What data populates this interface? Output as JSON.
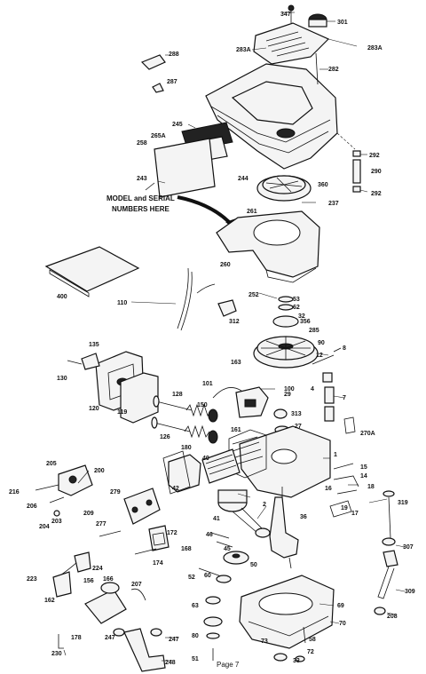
{
  "diagram": {
    "note_line1": "MODEL and SERIAL",
    "note_line2": "NUMBERS HERE",
    "footer": "Page 7",
    "callouts": [
      "347",
      "301",
      "283A",
      "283A",
      "282",
      "288",
      "287",
      "245",
      "265A",
      "258",
      "244",
      "292",
      "290",
      "292",
      "243",
      "360",
      "237",
      "261",
      "260",
      "400",
      "110",
      "252",
      "53",
      "62",
      "356",
      "90",
      "8",
      "12",
      "163",
      "130",
      "135",
      "120",
      "119",
      "128",
      "100",
      "101",
      "4",
      "7",
      "313",
      "126",
      "150",
      "161",
      "27",
      "270A",
      "40",
      "180",
      "15",
      "14",
      "205",
      "200",
      "42",
      "1",
      "16",
      "18",
      "216",
      "279",
      "319",
      "206",
      "204",
      "203",
      "209",
      "277",
      "172",
      "174",
      "168",
      "46",
      "45",
      "2",
      "41",
      "36",
      "17",
      "19",
      "307",
      "50",
      "223",
      "224",
      "60",
      "162",
      "156",
      "166",
      "207",
      "309",
      "178",
      "52",
      "69",
      "70",
      "230",
      "247",
      "248",
      "247",
      "51",
      "73",
      "72",
      "208",
      "80",
      "58",
      "63",
      "33",
      "29",
      "285",
      "32",
      "312"
    ]
  }
}
